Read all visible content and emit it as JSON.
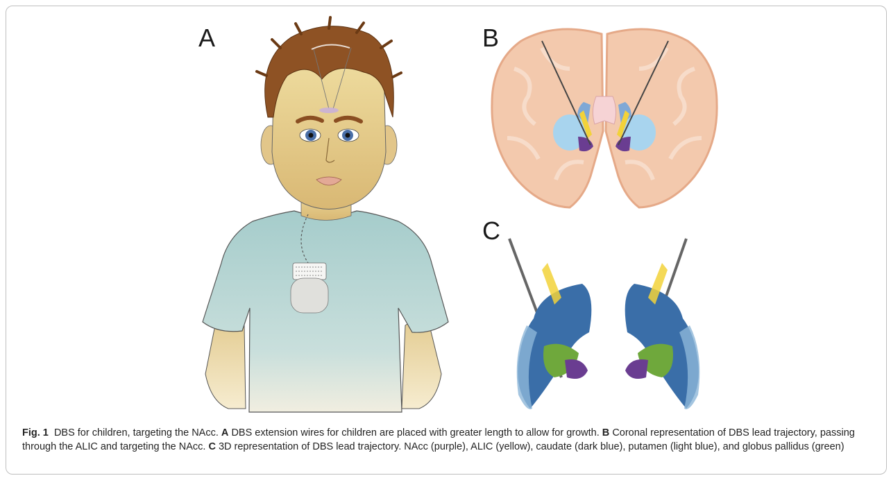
{
  "figure": {
    "panels": [
      {
        "letter": "A"
      },
      {
        "letter": "B"
      },
      {
        "letter": "C"
      }
    ],
    "caption": {
      "fig_label": "Fig. 1",
      "title": "DBS for children, targeting the NAcc.",
      "a_label": "A",
      "a_text": "DBS extension wires for children are placed with greater length to allow for growth.",
      "b_label": "B",
      "b_text": "Coronal representation of DBS lead trajectory, passing through the ALIC and targeting the NAcc.",
      "c_label": "C",
      "c_text": "3D representation of DBS lead trajectory. NAcc (purple), ALIC (yellow), caudate (dark blue), putamen (light blue), and globus pallidus (green)"
    }
  },
  "colors": {
    "nacc": "#6a3d91",
    "alic": "#f2d23a",
    "caudate": "#2f5f9e",
    "putamen": "#a8d4ee",
    "globus_pallidus": "#6fa83c",
    "brain": "#f3c9ad",
    "gown": "#a7cccb",
    "skin": "#e8cf8e",
    "hair": "#8a4e22"
  }
}
